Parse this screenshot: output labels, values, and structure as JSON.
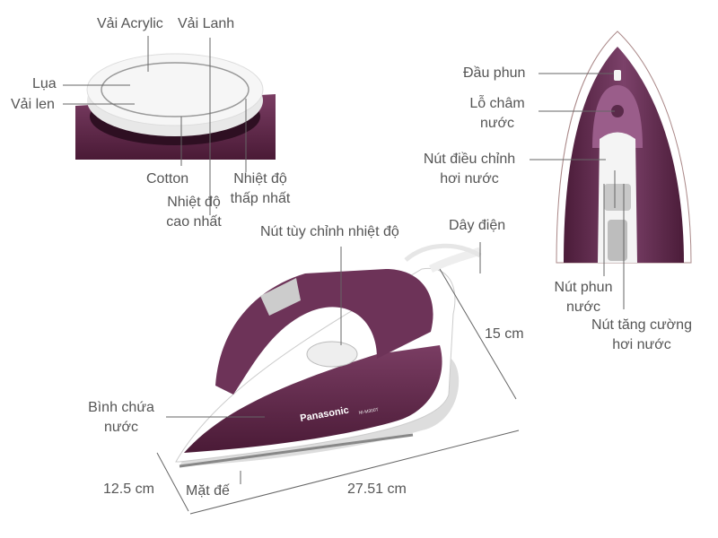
{
  "dial_labels": {
    "acrylic": "Vải Acrylic",
    "linen": "Vải Lanh",
    "silk": "Lụa",
    "wool": "Vải len",
    "cotton": "Cotton",
    "max_temp": [
      "Nhiệt độ",
      "cao nhất"
    ],
    "min_temp": [
      "Nhiệt độ",
      "thấp nhất"
    ]
  },
  "top_view_labels": {
    "spray_nozzle": "Đầu phun",
    "water_inlet": [
      "Lỗ châm",
      "nước"
    ],
    "steam_control": [
      "Nút điều chỉnh",
      "hơi nước"
    ],
    "spray_button": [
      "Nút phun",
      "nước"
    ],
    "steam_boost": [
      "Nút tăng cường",
      "hơi nước"
    ]
  },
  "main_labels": {
    "temp_dial": "Nút tùy chỉnh nhiệt độ",
    "power_cord": "Dây điện",
    "water_tank": [
      "Bình chứa",
      "nước"
    ],
    "soleplate": "Mặt đế"
  },
  "dimensions": {
    "height": "15 cm",
    "width": "12.5 cm",
    "length": "27.51 cm"
  },
  "brand": "Panasonic",
  "model": "NI-M300T",
  "colors": {
    "body": "#5e2748",
    "text": "#555555",
    "line": "#666666"
  }
}
